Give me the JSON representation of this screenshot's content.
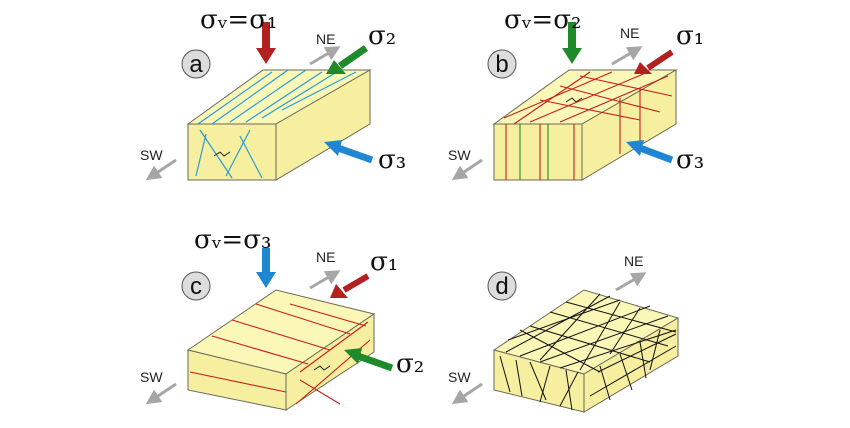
{
  "panels": [
    {
      "letter": "a",
      "vertical_label": "σᵥ=σ₁",
      "side_label": "σ₂",
      "front_label": "σ₃",
      "ne": "NE",
      "sw": "SW",
      "colors": {
        "vertical": "#b22020",
        "side": "#1e8a2a",
        "front": "#1f86d4",
        "fracture": "#2a9bd8"
      }
    },
    {
      "letter": "b",
      "vertical_label": "σᵥ=σ₂",
      "side_label": "σ₁",
      "front_label": "σ₃",
      "ne": "NE",
      "sw": "SW",
      "colors": {
        "vertical": "#1e8a2a",
        "side": "#b22020",
        "front": "#1f86d4",
        "fracture": "#c81e1e"
      }
    },
    {
      "letter": "c",
      "vertical_label": "σᵥ=σ₃",
      "side_label": "σ₁",
      "front_label": "σ₂",
      "ne": "NE",
      "sw": "SW",
      "colors": {
        "vertical": "#1f86d4",
        "side": "#b22020",
        "front": "#1e8a2a",
        "fracture": "#c81e1e"
      }
    },
    {
      "letter": "d",
      "ne": "NE",
      "sw": "SW",
      "colors": {
        "fracture": "#111111"
      }
    }
  ],
  "colors": {
    "block_top": "#fbf7b6",
    "block_side": "#f6ef9f",
    "block_edge": "#6a6a5a",
    "compass": "#a6a6a6"
  }
}
